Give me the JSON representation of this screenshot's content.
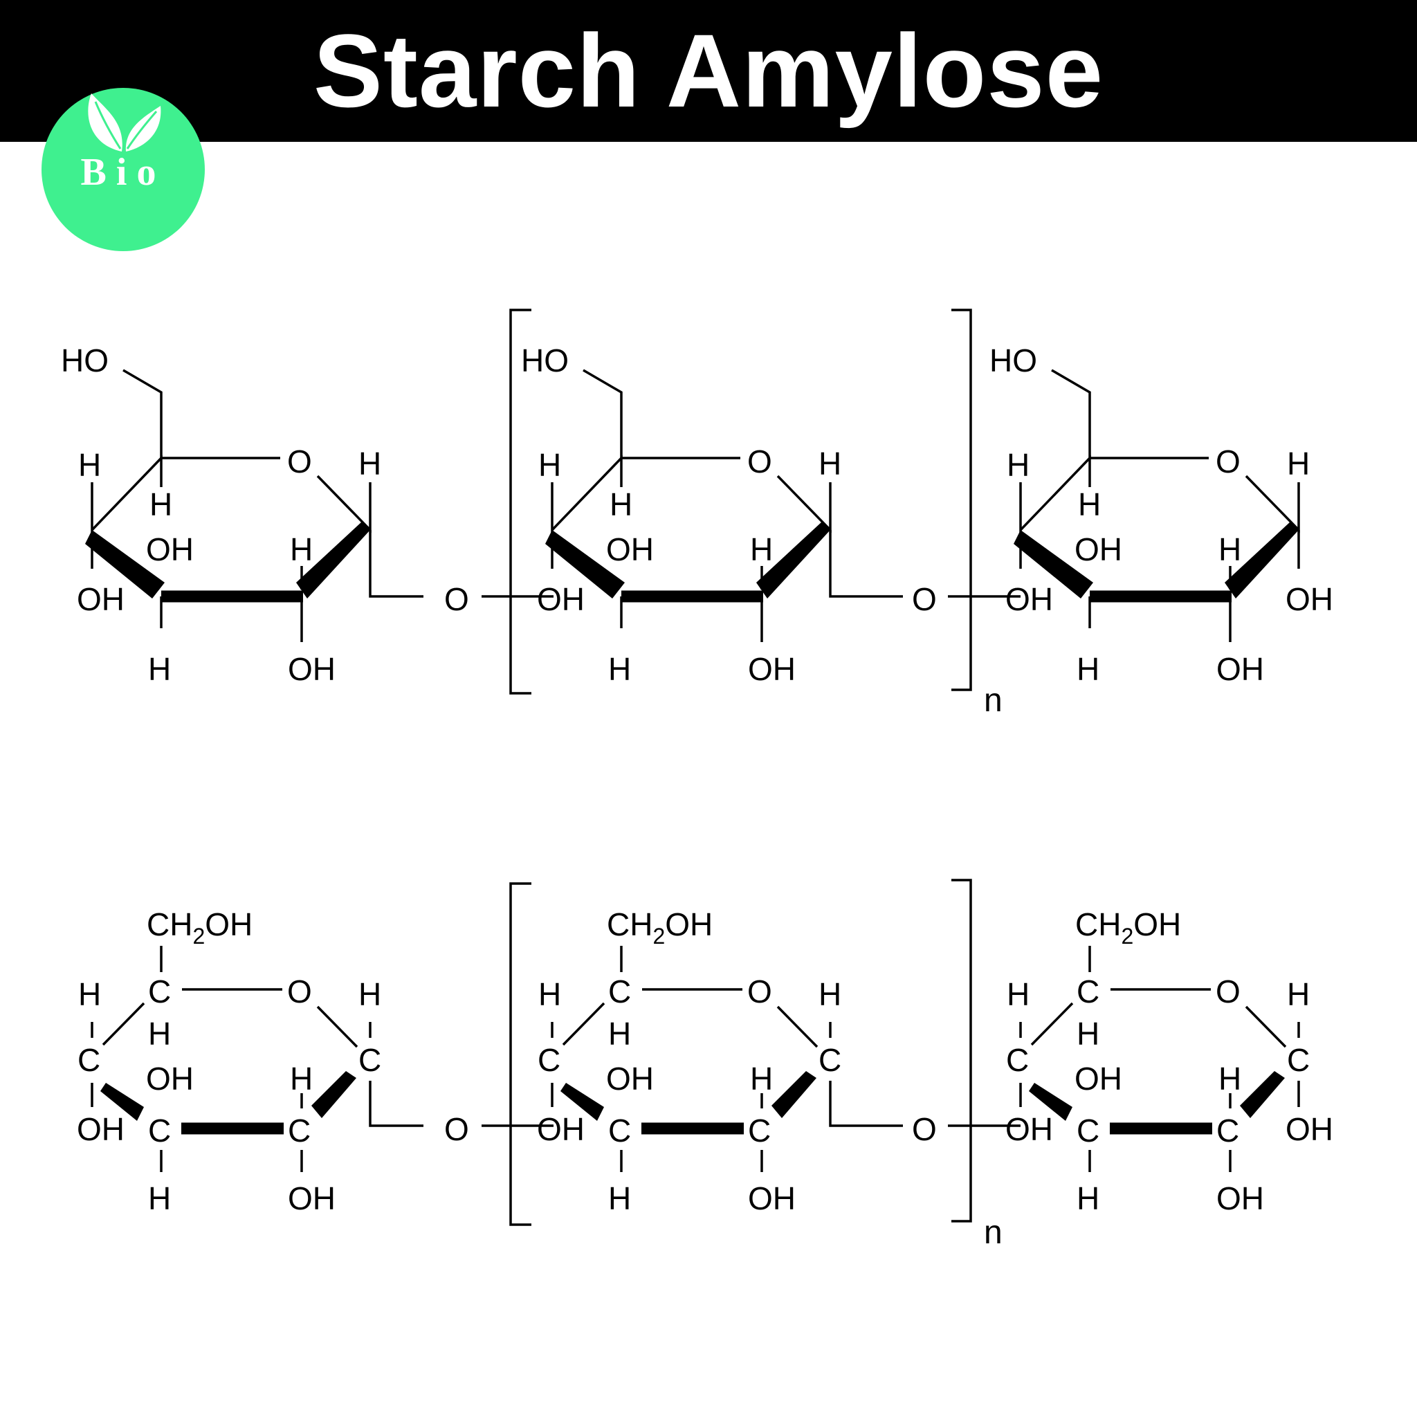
{
  "title": "Starch Amylose",
  "logo": {
    "text": "Bio",
    "color": "#3ff08f",
    "icon": "leaves-icon"
  },
  "labels": {
    "ho": "HO",
    "h": "H",
    "o": "O",
    "oh": "OH",
    "c": "C",
    "ch2oh": {
      "ch": "CH",
      "sub": "2",
      "oh": "OH"
    },
    "repeat_index": "n"
  },
  "structures": [
    {
      "name": "haworth-projection",
      "units": 3,
      "repeat_index": "n"
    },
    {
      "name": "explicit-carbon-projection",
      "units": 3,
      "repeat_index": "n"
    }
  ]
}
